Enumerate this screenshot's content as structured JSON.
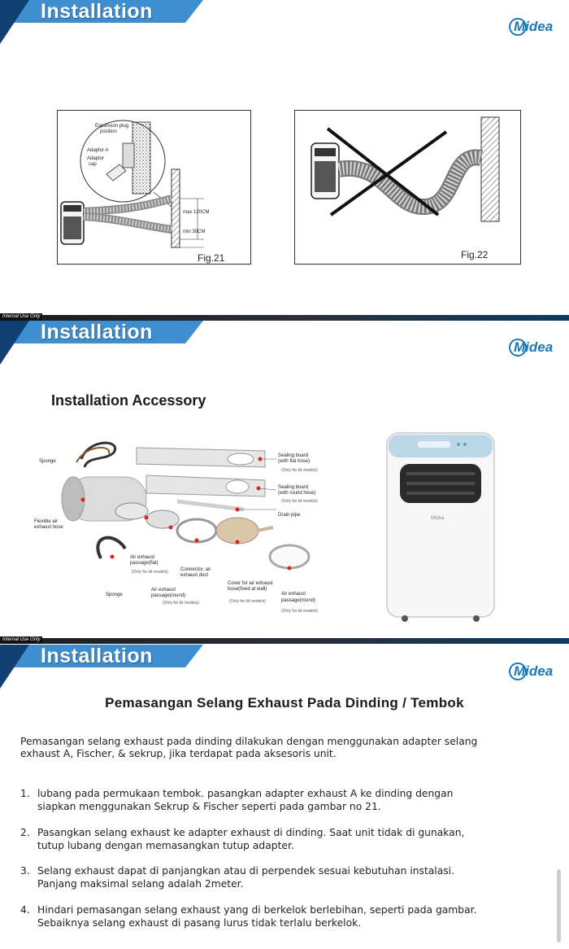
{
  "slides": [
    {
      "banner_title": "Installation",
      "logo_text": "Midea",
      "figures": [
        {
          "caption": "Fig.21",
          "labels": {
            "expansion": "Expansion plug",
            "expansion2": "position",
            "adaptor_a": "Adaptor A",
            "adaptor": "Adaptor",
            "cap": "cap",
            "max": "max 120CM",
            "min": "min 30CM"
          }
        },
        {
          "caption": "Fig.22"
        }
      ]
    },
    {
      "internal_tag": "Internal Use Only",
      "banner_title": "Installation",
      "logo_text": "Midea",
      "heading": "Installation Accessory",
      "labels": {
        "sponge_top": "Sponge",
        "sealing_flat": "Sealing board",
        "sealing_flat2": "(with flat hose)",
        "sealing_flat_note": "(Only for kit models)",
        "sealing_round": "Sealing board",
        "sealing_round2": "(with round hose)",
        "sealing_round_note": "(Only for kit models)",
        "flexible1": "Flexible air",
        "flexible2": "exhaust hose",
        "drain": "Drain pipe",
        "passage_flat1": "Air exhaust",
        "passage_flat2": "passage(flat)",
        "passage_flat_note": "(Only for kit models)",
        "connector1": "Connector, air",
        "connector2": "exhaust duct",
        "cover1": "Cover for air exhaust",
        "cover2": "hose(fixed at wall)",
        "cover_note": "(Only for kit models)",
        "sponge_bottom": "Sponge",
        "passage_round1": "Air exhaust",
        "passage_round2": "passage(round)",
        "passage_round_note": "(Only for kit models)",
        "passage_round_b1": "Air exhaust",
        "passage_round_b2": "passage(round)",
        "passage_round_b_note": "(Only for kit models)",
        "unit_brand": "Midea"
      }
    },
    {
      "internal_tag": "Internal Use Only",
      "banner_title": "Installation",
      "logo_text": "Midea",
      "title": "Pemasangan Selang Exhaust Pada Dinding / Tembok",
      "intro_lines": [
        "Pemasangan selang exhaust pada dinding dilakukan dengan menggunakan adapter selang",
        "exhaust A, Fischer, & sekrup, jika terdapat pada aksesoris unit."
      ],
      "items": [
        {
          "num": "1.",
          "line1": "lubang pada permukaan tembok. pasangkan adapter exhaust A ke dinding dengan",
          "line2": "siapkan menggunakan Sekrup & Fischer seperti pada gambar no 21."
        },
        {
          "num": "2.",
          "line1": "Pasangkan selang exhaust ke adapter exhaust di dinding. Saat unit tidak di gunakan,",
          "line2": "tutup lubang dengan memasangkan tutup adapter."
        },
        {
          "num": "3.",
          "line1": "Selang exhaust dapat di panjangkan atau di perpendek sesuai kebutuhan instalasi.",
          "line2": "Panjang maksimal selang adalah 2meter."
        },
        {
          "num": "4.",
          "line1": "Hindari pemasangan selang exhaust yang di berkelok berlebihan, seperti pada gambar.",
          "line2": "Sebaiknya selang exhaust di pasang lurus tidak terlalu berkelok."
        }
      ]
    }
  ]
}
